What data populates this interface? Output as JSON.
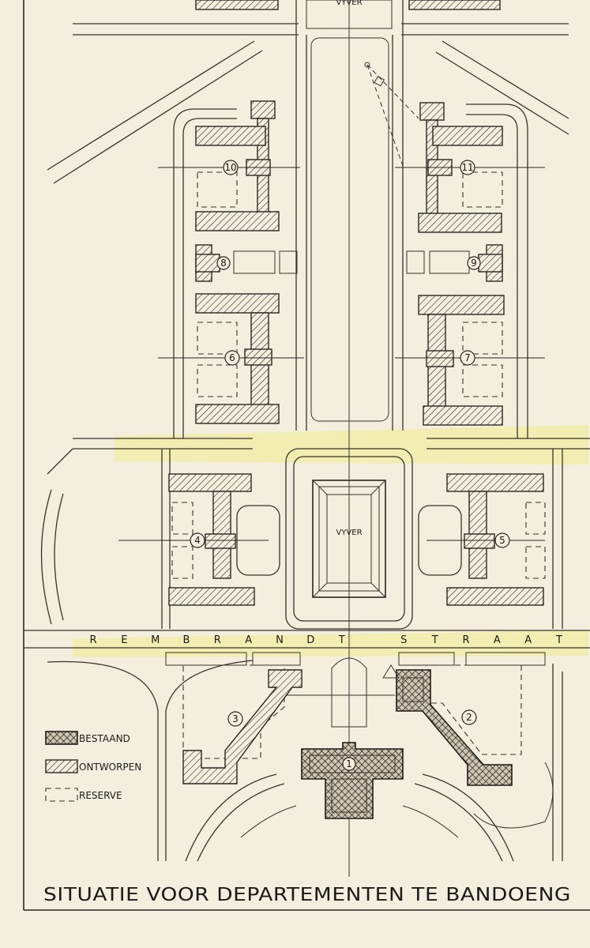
{
  "title": "SITUATIE VOOR DEPARTEMENTEN TE BANDOENG",
  "street_name": "REMBRANDT STRAAT",
  "pond_labels": {
    "top": "VYVER",
    "center": "VYVER"
  },
  "legend": [
    {
      "key": "bestaand",
      "label": "BESTAAND"
    },
    {
      "key": "ontworpen",
      "label": "ONTWORPEN"
    },
    {
      "key": "reserve",
      "label": "RESERVE"
    }
  ],
  "building_numbers": [
    "1",
    "2",
    "3",
    "4",
    "5",
    "6",
    "7",
    "8",
    "9",
    "10",
    "11"
  ],
  "colors": {
    "paper": "#f3eedd",
    "ink": "#2b2622",
    "highlight": "#f1ec8c"
  }
}
